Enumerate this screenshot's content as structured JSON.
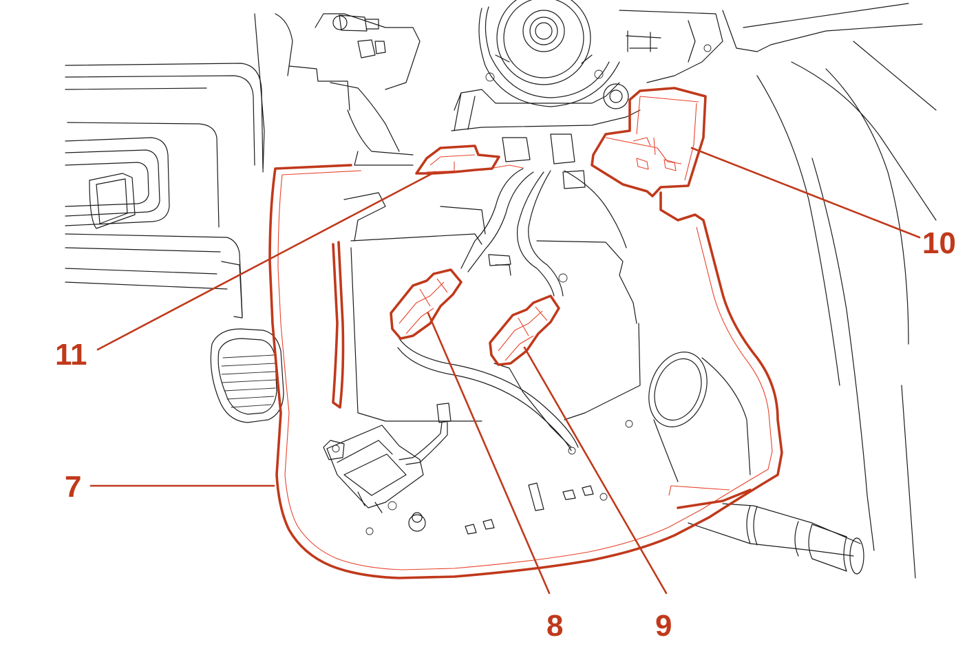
{
  "colors": {
    "highlight": "#c0391b",
    "highlight_light": "#e8412a",
    "line": "#1a1a1a",
    "background": "#ffffff"
  },
  "callouts": {
    "c7": "7",
    "c8": "8",
    "c9": "9",
    "c10": "10",
    "c11": "11"
  }
}
